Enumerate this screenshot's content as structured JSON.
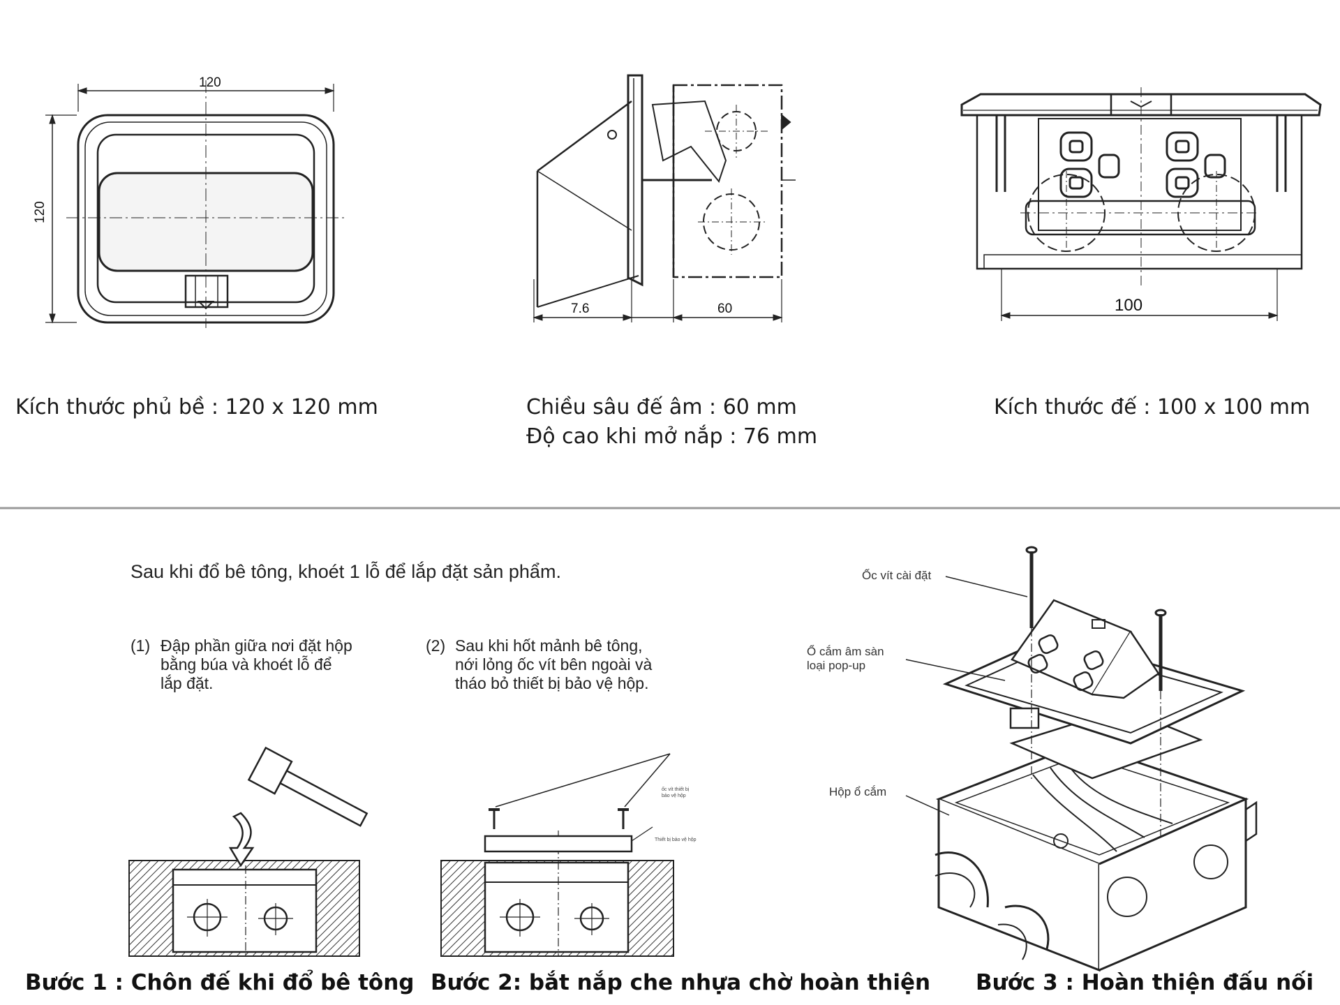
{
  "dimensions": {
    "plan": {
      "width_label": "120",
      "height_label": "120",
      "caption": "Kích thước phủ bề : 120  x 120 mm"
    },
    "side": {
      "left_label": "7.6",
      "right_label": "60",
      "caption_line1": "Chiều sâu đế âm : 60 mm",
      "caption_line2": "Độ cao khi mở nắp : 76 mm"
    },
    "front": {
      "base_label": "100",
      "caption": "Kích thước đế : 100 x 100 mm"
    }
  },
  "installation": {
    "intro": "Sau khi đổ bê tông, khoét 1 lỗ để lắp đặt sản phẩm.",
    "step1": {
      "number": "(1)",
      "line1": "Đập phần giữa nơi đặt hộp",
      "line2": "bằng búa và khoét lỗ để",
      "line3": "lắp đặt.",
      "title": "Bước 1 : Chôn đế khi đổ bê tông"
    },
    "step2": {
      "number": "(2)",
      "line1": "Sau khi hốt mảnh bê tông,",
      "line2": "nới lỏng ốc vít bên ngoài và",
      "line3": "tháo bỏ thiết bị bảo vệ hộp.",
      "screw_label_line1": "ốc vít thiết bị",
      "screw_label_line2": "bảo vệ hộp",
      "device_label": "Thiết bị bảo vệ hộp",
      "title": "Bước 2: bắt nắp che nhựa chờ hoàn thiện"
    },
    "step3": {
      "screw_label": "Ốc vít cài đặt",
      "socket_label_line1": "Ổ cắm âm sàn",
      "socket_label_line2": "loại pop-up",
      "box_label": "Hộp ổ cắm",
      "title": "Bước 3 : Hoàn thiện đấu nối"
    }
  }
}
